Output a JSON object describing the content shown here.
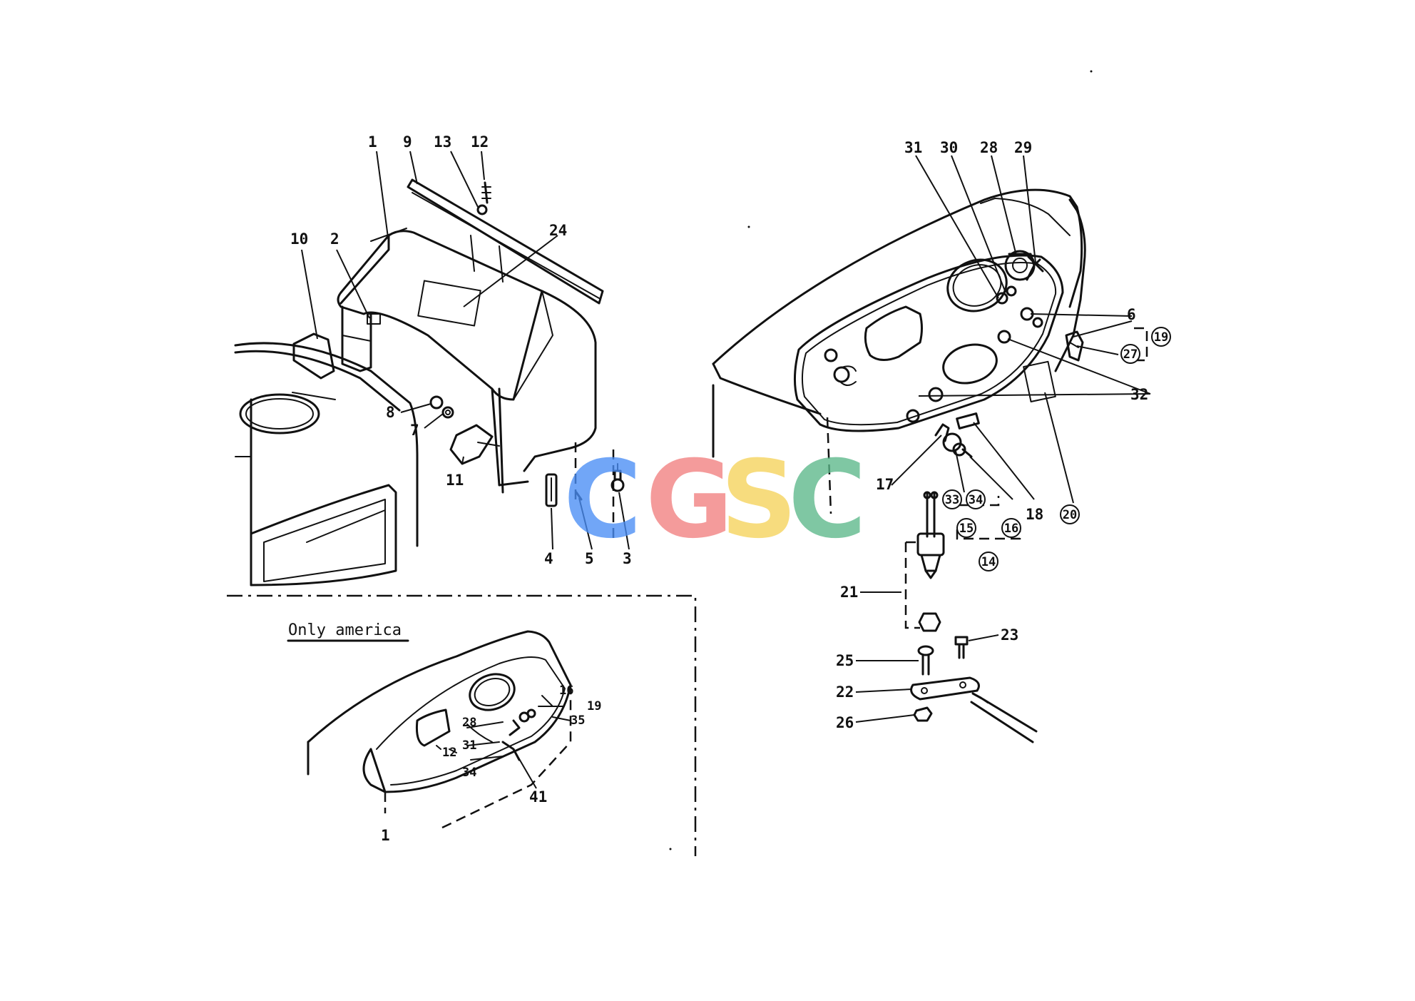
{
  "labels_main": [
    "1",
    "9",
    "13",
    "12",
    "10",
    "2",
    "24",
    "8",
    "7",
    "11",
    "4",
    "5",
    "3"
  ],
  "labels_panel": [
    "31",
    "30",
    "28",
    "29",
    "6",
    "19",
    "27",
    "32",
    "17",
    "33",
    "34",
    "18",
    "20",
    "15",
    "16",
    "14",
    "21",
    "23",
    "25",
    "22",
    "26"
  ],
  "inset": {
    "title": "Only america",
    "labels": [
      "41",
      "1"
    ]
  },
  "watermark": {
    "letters": [
      "C",
      "G",
      "S",
      "C"
    ],
    "colors": [
      "#4a8ef5",
      "#f28080",
      "#f6d35a",
      "#5cb88a"
    ]
  }
}
